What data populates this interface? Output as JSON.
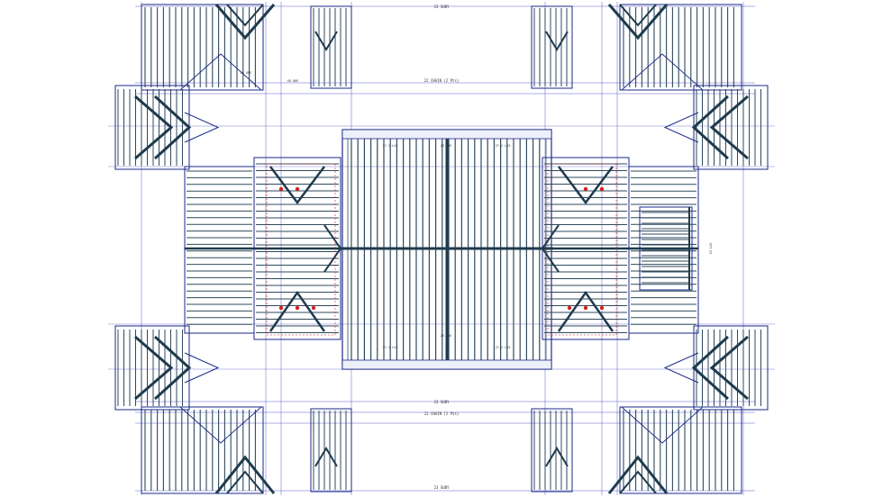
{
  "drawing": {
    "colors": {
      "background": "#ffffff",
      "rafter": "#2f4a5c",
      "outline": "#1a2a8a",
      "dim_line": "#3a3a9a",
      "hip": "#1f3b4d",
      "rule": "#5a5ad0",
      "red_mark": "#d42020",
      "brown": "#8a4a3a"
    },
    "dimension_labels": {
      "top_overall": "23 SUBY",
      "top_chain": "22 CHAIN (2 Pts)",
      "bottom_overall": "23 SUBY",
      "bottom_chain": "22 CHAIN (2 Pts)",
      "bottom_edge": "23 SUBY",
      "center_top_a": "27.1 LVX",
      "center_top_b": "28 ORE",
      "center_top_c": "27.1 LVX",
      "center_bottom_a": "27.1 LVX",
      "center_bottom_b": "28 ORE",
      "center_bottom_c": "27.1 LVX",
      "right_vertical": "23 LVX",
      "left_wing_a": "28 ORE",
      "left_wing_b": "48 ORE"
    }
  }
}
